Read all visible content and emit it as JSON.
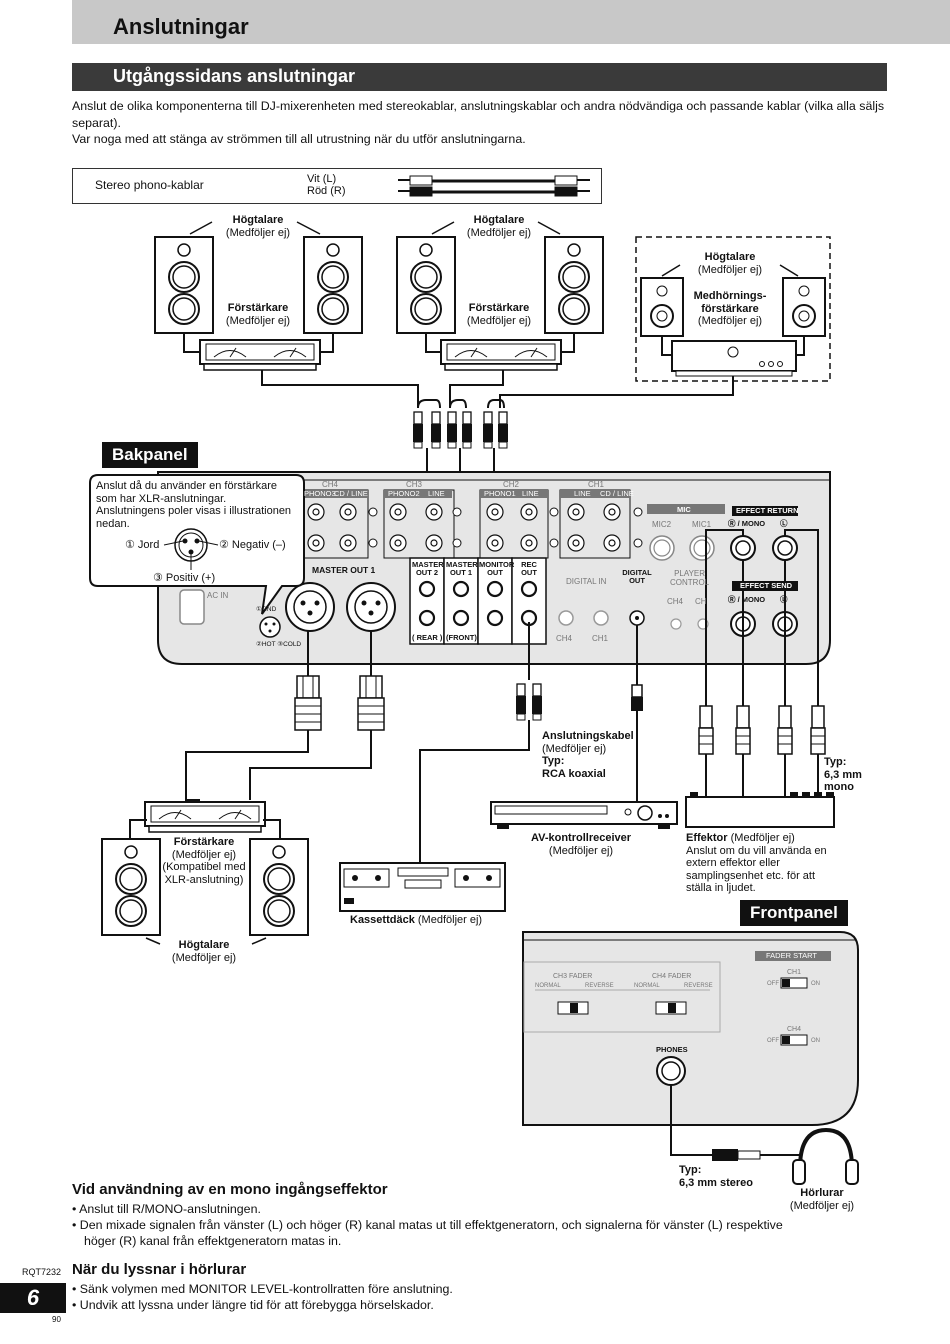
{
  "header": {
    "title": "Anslutningar"
  },
  "section": {
    "title": "Utgångssidans anslutningar"
  },
  "intro": {
    "p1": "Anslut de olika komponenterna till DJ-mixerenheten med stereokablar, anslutningskablar och andra nödvändiga och passande kablar (vilka alla säljs separat).",
    "p2": "Var noga med att stänga av strömmen till all utrustning när du utför anslutningarna."
  },
  "cable_box": {
    "label": "Stereo phono-kablar",
    "white": "Vit (L)",
    "red": "Röd (R)"
  },
  "speakers": {
    "speaker_label": "Högtalare",
    "not_included": "(Medföljer ej)",
    "amp_label": "Förstärkare",
    "monitor_amp_1": "Medhörnings-",
    "monitor_amp_2": "förstärkare"
  },
  "rear_panel": {
    "tag": "Bakpanel",
    "callout": {
      "line1": "Anslut då du använder en förstärkare",
      "line2": "som har XLR-anslutningar.",
      "line3": "Anslutningens poler visas i illustrationen",
      "line4": "nedan.",
      "pin1": "① Jord",
      "pin2": "② Negativ (–)",
      "pin3": "③ Positiv (+)"
    },
    "labels": {
      "ch4": "CH4",
      "ch3": "CH3",
      "ch2": "CH2",
      "ch1": "CH1",
      "phono3": "PHONO3",
      "cd_line": "CD / LINE",
      "phono2": "PHONO2",
      "line": "LINE",
      "phono1": "PHONO1",
      "master_out1": "MASTER OUT 1",
      "master_out2_a": "MASTER",
      "master_out2_b": "OUT 2",
      "master_out1_a": "MASTER",
      "master_out1_b": "OUT 1",
      "monitor_out_a": "MONITOR",
      "monitor_out_b": "OUT",
      "rec_out_a": "REC",
      "rec_out_b": "OUT",
      "rear": "( REAR )",
      "front": "(FRONT)",
      "digital_in": "DIGITAL IN",
      "digital_out_a": "DIGITAL",
      "digital_out_b": "OUT",
      "player_control_a": "PLAYER",
      "player_control_b": "CONTROL",
      "mic": "MIC",
      "mic2": "MIC2",
      "mic1": "MIC1",
      "effect_return": "EFFECT RETURN",
      "effect_send": "EFFECT SEND",
      "r_mono": "Ⓡ / MONO",
      "l": "Ⓛ",
      "ac_in": "AC IN",
      "gnd": "①GND",
      "hot_cold": "②HOT ③COLD",
      "ch4_small": "CH4",
      "ch1_small": "CH1",
      "chx": "CH"
    }
  },
  "devices": {
    "amp_bottom_1": "Förstärkare",
    "amp_bottom_2": "(Medföljer ej)",
    "amp_bottom_3": "(Kompatibel med",
    "amp_bottom_4": "XLR-anslutning)",
    "conn_cable_1": "Anslutningskabel",
    "conn_cable_2": "(Medföljer ej)",
    "conn_cable_3": "Typ:",
    "conn_cable_4": "RCA koaxial",
    "av_receiver_1": "AV-kontrollreceiver",
    "av_receiver_2": "(Medföljer ej)",
    "cassette_1": "Kassettdäck",
    "cassette_2": "(Medföljer ej)",
    "effector_1": "Effektor",
    "effector_2": "(Medföljer ej)",
    "effector_3": "Anslut om du vill använda en",
    "effector_4": "extern effektor eller",
    "effector_5": "samplingsenhet etc. för att",
    "effector_6": "ställa in ljudet.",
    "type_mono_1": "Typ:",
    "type_mono_2": "6,3 mm",
    "type_mono_3": "mono"
  },
  "front_panel": {
    "tag": "Frontpanel",
    "ch3_fader": "CH3 FADER",
    "ch4_fader": "CH4 FADER",
    "normal": "NORMAL",
    "reverse": "REVERSE",
    "fader_start": "FADER START",
    "ch1": "CH1",
    "ch4": "CH4",
    "off": "OFF",
    "on": "ON",
    "phones": "PHONES",
    "type_stereo_1": "Typ:",
    "type_stereo_2": "6,3 mm stereo",
    "headphones_1": "Hörlurar",
    "headphones_2": "(Medföljer ej)"
  },
  "mono_effect": {
    "title": "Vid användning av en mono ingångseffektor",
    "b1": "• Anslut till R/MONO-anslutningen.",
    "b2": "• Den mixade signalen från vänster (L) och höger (R) kanal matas ut till effektgeneratorn, och signalerna för vänster (L) respektive",
    "b2b": "höger (R) kanal från effektgeneratorn matas in."
  },
  "headphones": {
    "title": "När du lyssnar i hörlurar",
    "b1": "• Sänk volymen med MONITOR LEVEL-kontrollratten före anslutning.",
    "b2": "• Undvik att lyssna under längre tid för att förebygga hörselskador."
  },
  "footer": {
    "doc_code": "RQT7232",
    "page_number": "6",
    "sub_number": "90"
  }
}
